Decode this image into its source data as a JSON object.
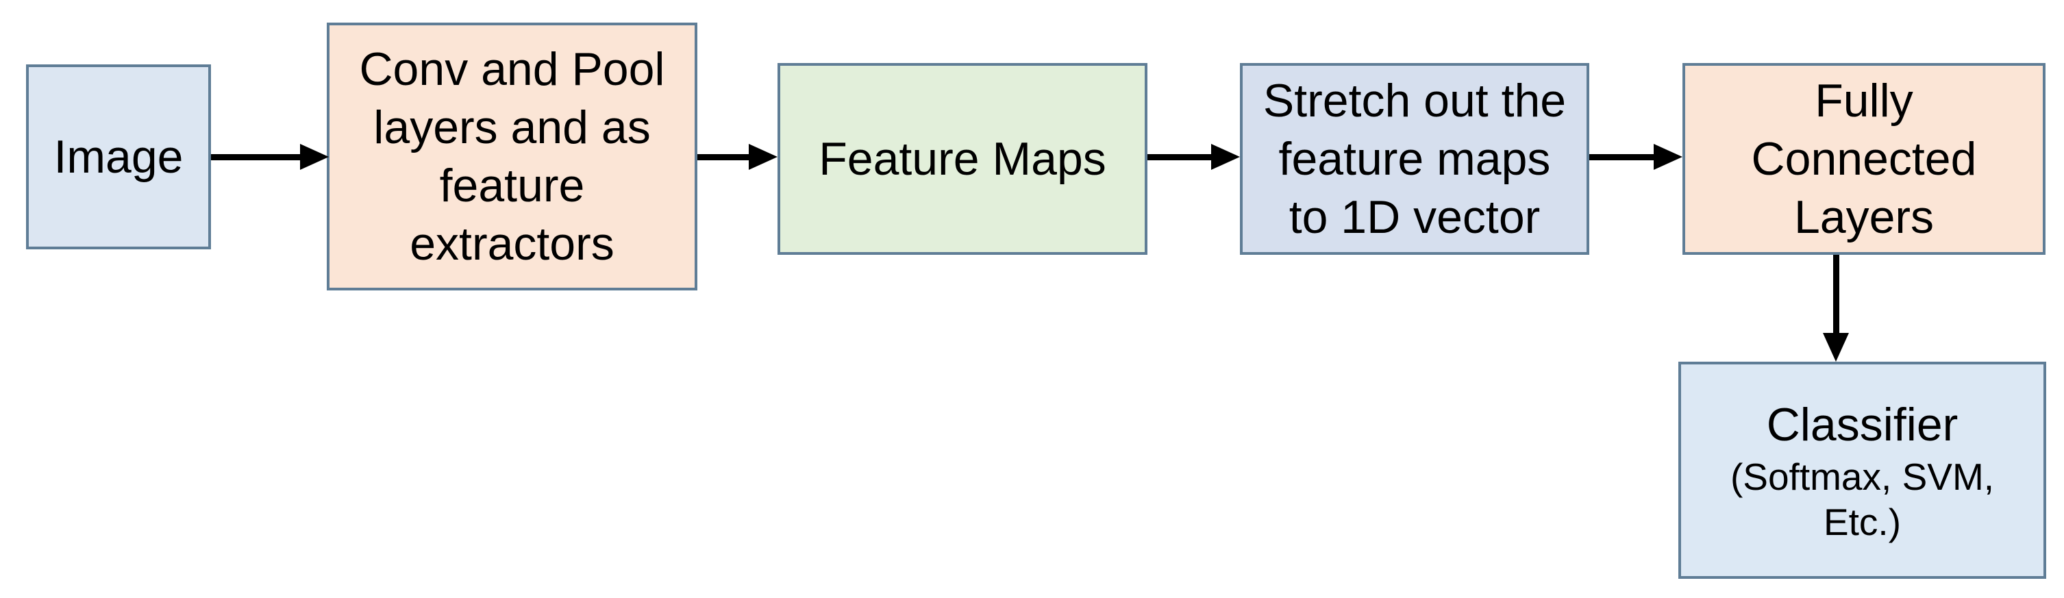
{
  "diagram": {
    "type": "flowchart",
    "colors": {
      "background": "#ffffff",
      "border": "#5f7d96",
      "arrow": "#000000",
      "text": "#000000",
      "light_blue": "#dce6f2",
      "peach": "#fbe5d6",
      "light_green": "#e2efda",
      "periwinkle": "#d6dfee",
      "classifier_blue": "#dce8f4"
    },
    "nodes": [
      {
        "id": "image",
        "label": "Image",
        "lines": [
          "Image"
        ],
        "fill": "#dce6f2"
      },
      {
        "id": "conv-pool",
        "label": "Conv and Pool layers and as feature extractors",
        "lines": [
          "Conv and Pool",
          "layers and as",
          "feature",
          "extractors"
        ],
        "fill": "#fbe5d6"
      },
      {
        "id": "feature-maps",
        "label": "Feature Maps",
        "lines": [
          "Feature Maps"
        ],
        "fill": "#e2efda"
      },
      {
        "id": "stretch",
        "label": "Stretch out the feature maps to 1D vector",
        "lines": [
          "Stretch out the",
          "feature maps",
          "to 1D vector"
        ],
        "fill": "#d6dfee"
      },
      {
        "id": "fully-connected",
        "label": "Fully Connected Layers",
        "lines": [
          "Fully",
          "Connected",
          "Layers"
        ],
        "fill": "#fbe5d6"
      },
      {
        "id": "classifier",
        "label": "Classifier",
        "sublabel": "(Softmax, SVM, Etc.)",
        "sublines": [
          "(Softmax, SVM,",
          "Etc.)"
        ],
        "fill": "#dce8f4"
      }
    ],
    "arrows": [
      {
        "from": "image",
        "to": "conv-pool",
        "direction": "right"
      },
      {
        "from": "conv-pool",
        "to": "feature-maps",
        "direction": "right"
      },
      {
        "from": "feature-maps",
        "to": "stretch",
        "direction": "right"
      },
      {
        "from": "stretch",
        "to": "fully-connected",
        "direction": "right"
      },
      {
        "from": "fully-connected",
        "to": "classifier",
        "direction": "down"
      }
    ]
  }
}
